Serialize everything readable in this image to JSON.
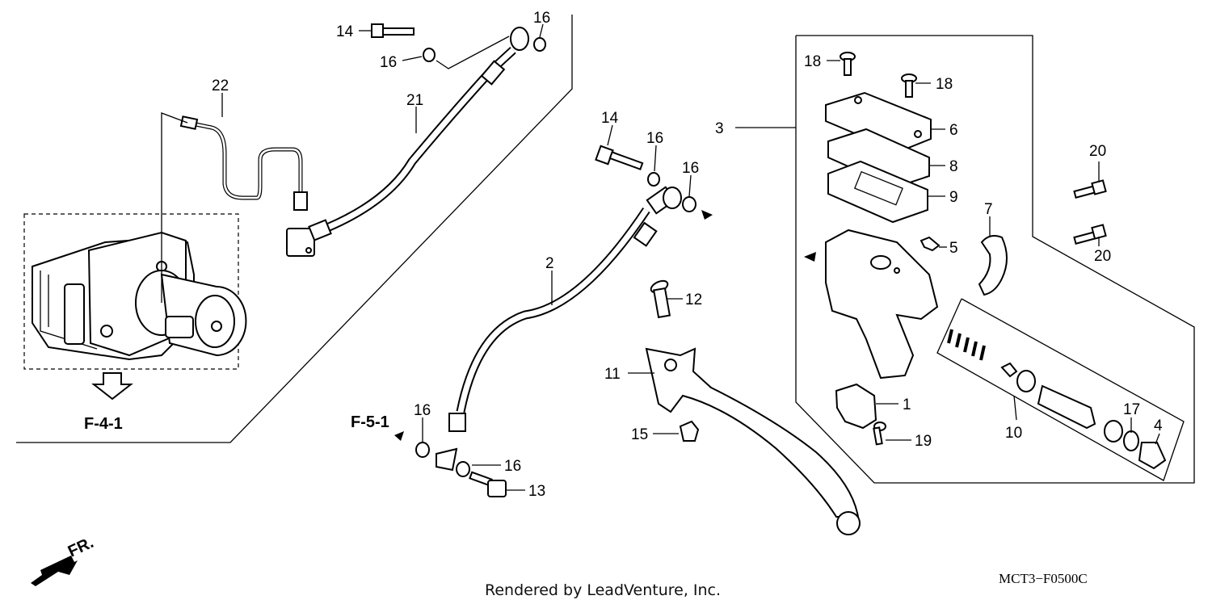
{
  "diagram": {
    "callouts": [
      "14",
      "16",
      "16",
      "22",
      "21",
      "14",
      "16",
      "16",
      "2",
      "12",
      "11",
      "15",
      "16",
      "16",
      "13",
      "18",
      "18",
      "3",
      "6",
      "8",
      "9",
      "7",
      "5",
      "20",
      "20",
      "1",
      "19",
      "10",
      "17",
      "4"
    ],
    "references": {
      "abs_modulator": "F-4-1",
      "hose_connection": "F-5-1"
    },
    "front_marker": "FR.",
    "credit": "Rendered by LeadVenture, Inc.",
    "diagram_code": "MCT3−F0500C"
  }
}
